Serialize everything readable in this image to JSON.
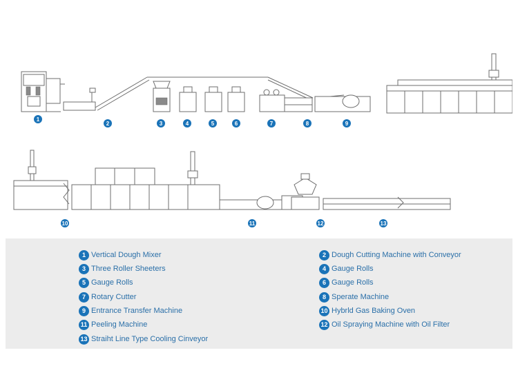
{
  "colors": {
    "accent": "#1a73b8",
    "line": "#6d6d6d",
    "legend_bg": "#ececec",
    "legend_text": "#2a6fa8"
  },
  "markers": [
    "1",
    "2",
    "3",
    "4",
    "5",
    "6",
    "7",
    "8",
    "9",
    "10",
    "11",
    "12",
    "13"
  ],
  "legend": [
    {
      "num": "1",
      "label": "Vertical Dough Mixer"
    },
    {
      "num": "2",
      "label": "Dough Cutting Machine with Conveyor"
    },
    {
      "num": "3",
      "label": "Three Roller Sheeters"
    },
    {
      "num": "4",
      "label": "Gauge Rolls"
    },
    {
      "num": "5",
      "label": "Gauge Rolls"
    },
    {
      "num": "6",
      "label": "Gauge Rolls"
    },
    {
      "num": "7",
      "label": "Rotary Cutter"
    },
    {
      "num": "8",
      "label": "Sperate Machine"
    },
    {
      "num": "9",
      "label": "Entrance Transfer Machine"
    },
    {
      "num": "10",
      "label": "Hybrld Gas Baking Oven"
    },
    {
      "num": "11",
      "label": "Peeling Machine"
    },
    {
      "num": "12",
      "label": "Oil Spraying Machine with Oil Filter"
    },
    {
      "num": "13",
      "label": "Straiht Line Type Cooling Cinveyor"
    }
  ]
}
